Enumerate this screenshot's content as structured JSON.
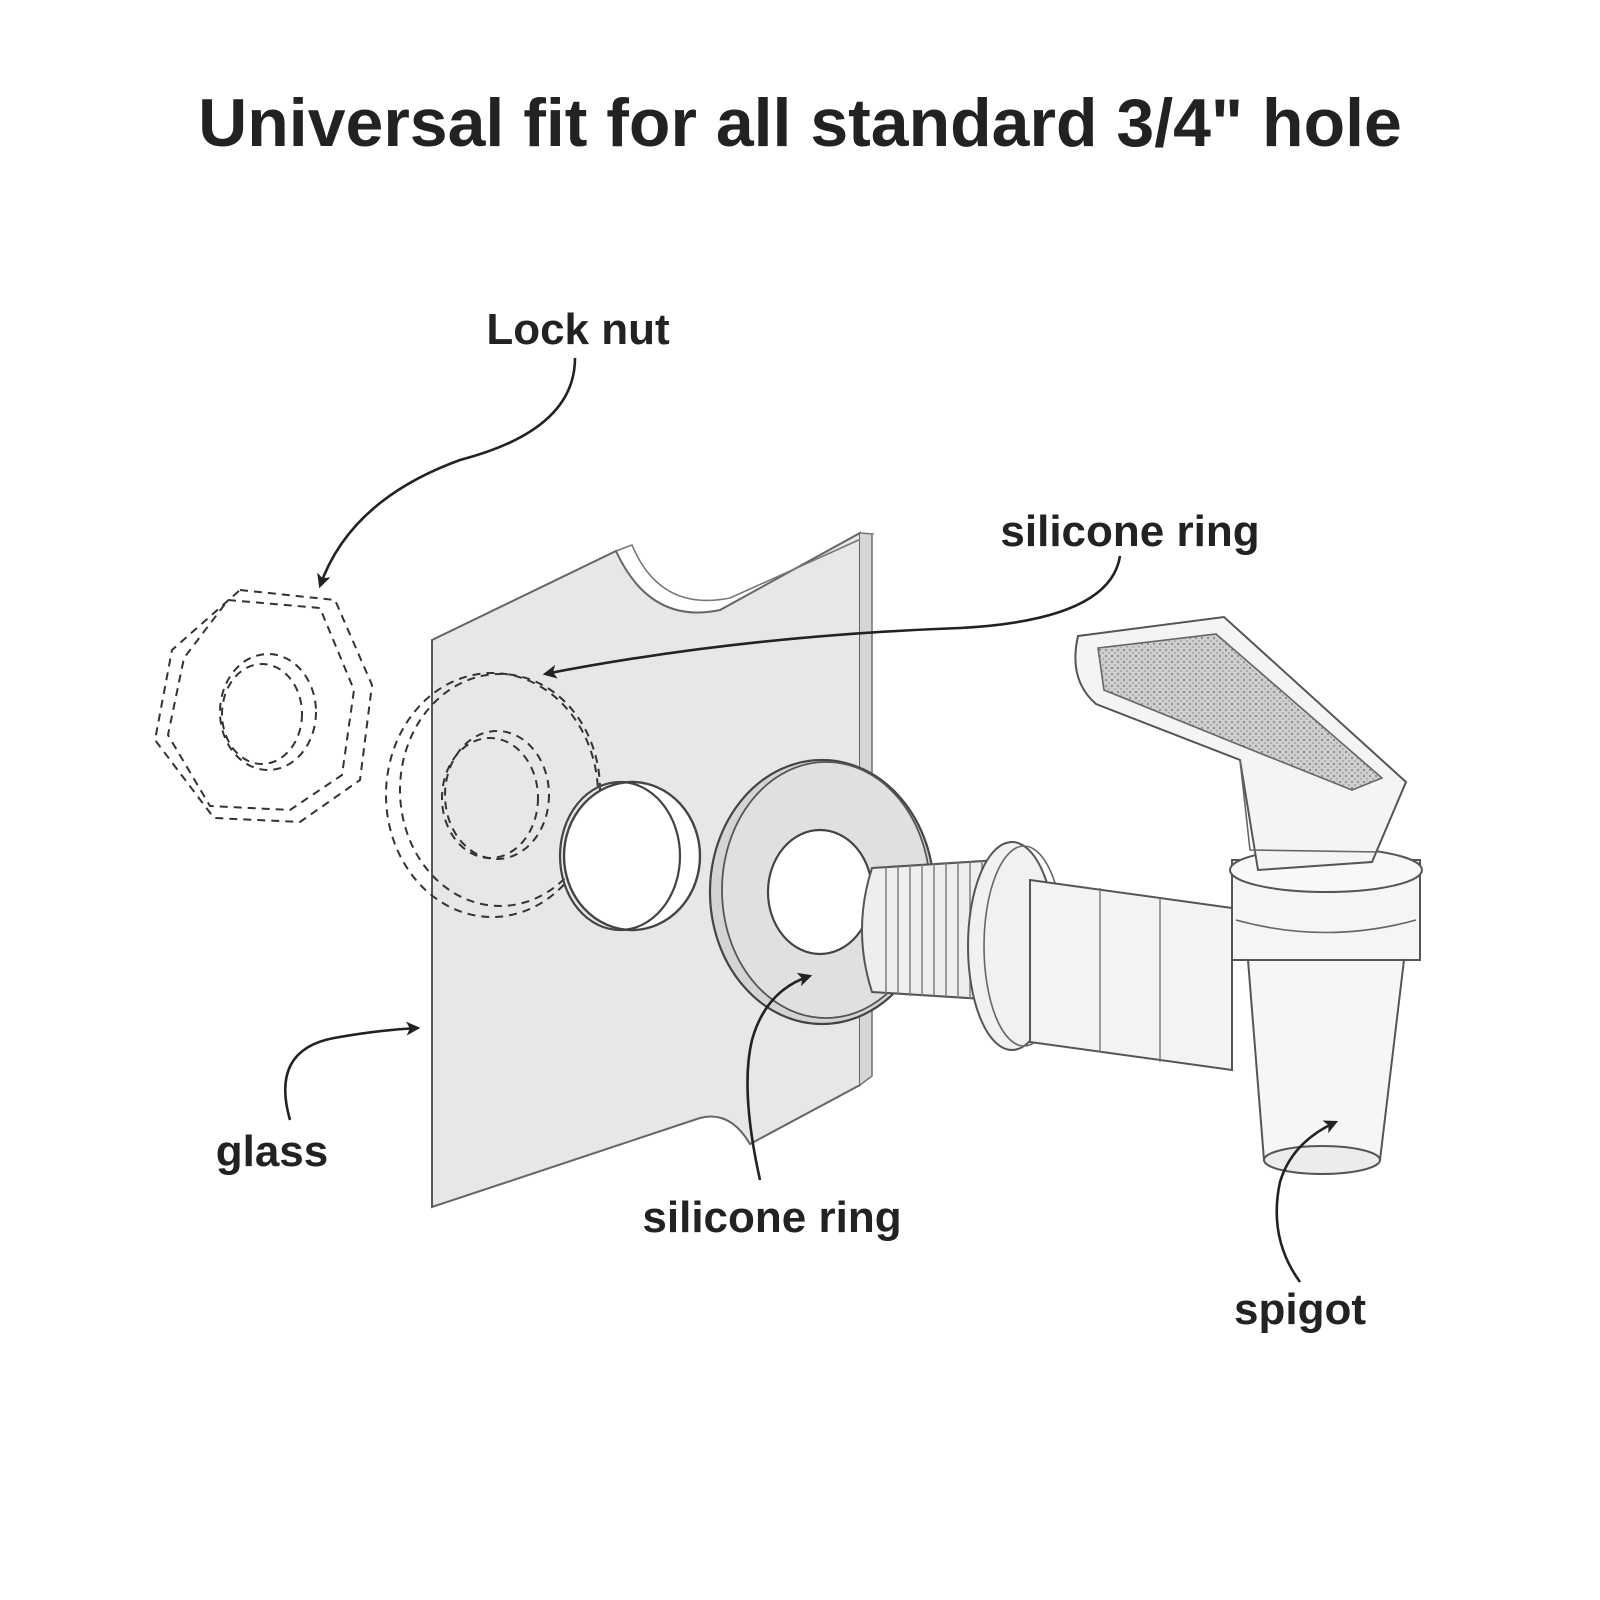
{
  "title": "Universal fit for all standard 3/4\" hole",
  "labels": {
    "lock_nut": "Lock nut",
    "silicone_ring_top": "silicone ring",
    "glass": "glass",
    "silicone_ring_bottom": "silicone ring",
    "spigot": "spigot"
  },
  "colors": {
    "text": "#222222",
    "glass_fill": "#e7e7e7",
    "ring_fill": "#dddddd",
    "line": "#333333"
  }
}
